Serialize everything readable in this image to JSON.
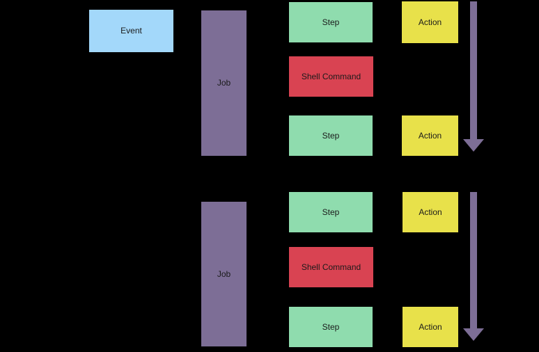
{
  "palette": {
    "background": "#000000",
    "event": "#A3D8FA",
    "job": "#7D6E96",
    "step": "#8FDCAE",
    "shell": "#D94352",
    "action": "#E8E14A",
    "arrow": "#7D6E96",
    "text": "#1A1A1A"
  },
  "event": {
    "label": "Event"
  },
  "jobs": [
    {
      "label": "Job",
      "rows": [
        {
          "type": "step",
          "label": "Step",
          "action": "Action"
        },
        {
          "type": "shell-command",
          "label": "Shell Command"
        },
        {
          "type": "step",
          "label": "Step",
          "action": "Action"
        }
      ]
    },
    {
      "label": "Job",
      "rows": [
        {
          "type": "step",
          "label": "Step",
          "action": "Action"
        },
        {
          "type": "shell-command",
          "label": "Shell Command"
        },
        {
          "type": "step",
          "label": "Step",
          "action": "Action"
        }
      ]
    }
  ],
  "arrows": [
    {
      "name": "execution-order-arrow-top",
      "direction": "down"
    },
    {
      "name": "execution-order-arrow-bottom",
      "direction": "down"
    }
  ]
}
